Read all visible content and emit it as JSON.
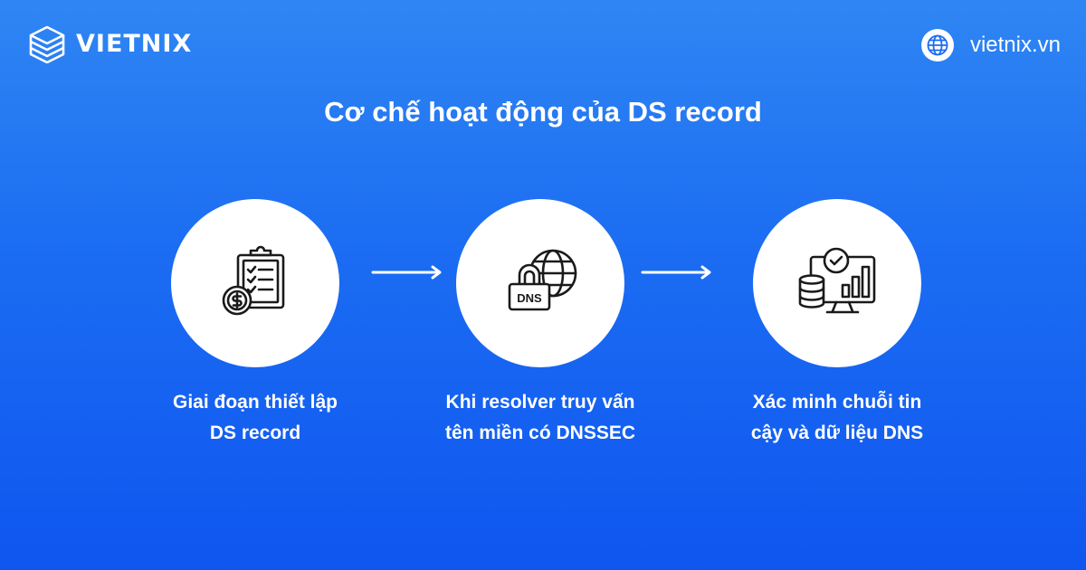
{
  "brand": {
    "name": "VIETNIX"
  },
  "site": {
    "url": "vietnix.vn",
    "icon": "globe-icon"
  },
  "title": "Cơ chế hoạt động của DS record",
  "colors": {
    "background_top": "#2f86f3",
    "background_bottom": "#0f56f0",
    "icon_stroke": "#1a1a1a"
  },
  "steps": [
    {
      "line1": "Giai đoạn thiết lập",
      "line2": "DS record",
      "icon": "clipboard-dollar-icon"
    },
    {
      "line1": "Khi resolver truy vấn",
      "line2": "tên miền có DNSSEC",
      "icon": "dns-lock-globe-icon",
      "icon_text": "DNS"
    },
    {
      "line1": "Xác minh chuỗi tin",
      "line2": "cậy và dữ liệu DNS",
      "icon": "monitor-database-check-icon"
    }
  ]
}
